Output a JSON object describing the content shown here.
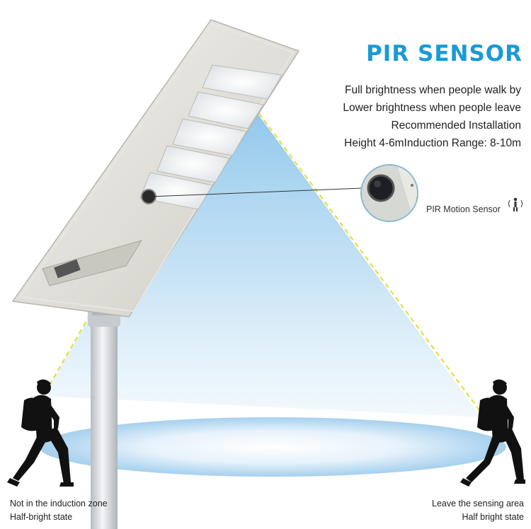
{
  "title": "PIR SENSOR",
  "description_lines": [
    "Full brightness when people walk by",
    "Lower brightness when people leave",
    "Recommended Installation",
    "Height 4-6mInduction Range: 8-10m"
  ],
  "sensor_label": "PIR Motion Sensor",
  "left_caption": {
    "line1": "Not in the induction zone",
    "line2": "Half-bright state"
  },
  "right_caption": {
    "line1": "Leave the sensing area",
    "line2": "Half bright state"
  },
  "colors": {
    "title": "#1a9ad6",
    "beam": "#8cc6ea",
    "dashed_line": "#e6e24a",
    "lamp_body": "#dcdad2"
  },
  "icons": [
    "street-lamp-icon",
    "pir-sensor-icon",
    "person-walking-icon",
    "motion-person-icon"
  ]
}
